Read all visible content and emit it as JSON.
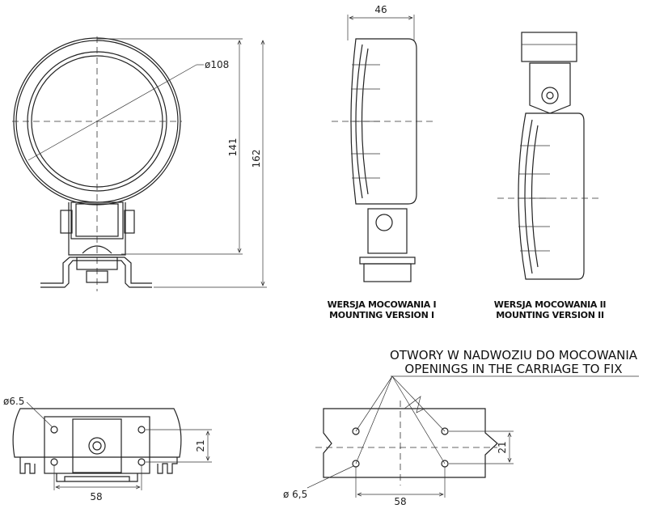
{
  "front_view": {
    "diameter_label": "ø108",
    "height_lamp": "141",
    "height_total": "162"
  },
  "side_view_1": {
    "width": "46",
    "caption_pl": "WERSJA MOCOWANIA I",
    "caption_en": "MOUNTING VERSION I"
  },
  "side_view_2": {
    "caption_pl": "WERSJA MOCOWANIA II",
    "caption_en": "MOUNTING VERSION II"
  },
  "bottom_view": {
    "hole_label": "ø6.5",
    "height": "21",
    "width": "58"
  },
  "openings": {
    "title_pl": "OTWORY W NADWOZIU DO MOCOWANIA",
    "title_en": "OPENINGS IN THE CARRIAGE TO FIX",
    "hole_label": "ø 6,5",
    "width": "58",
    "height": "21"
  }
}
